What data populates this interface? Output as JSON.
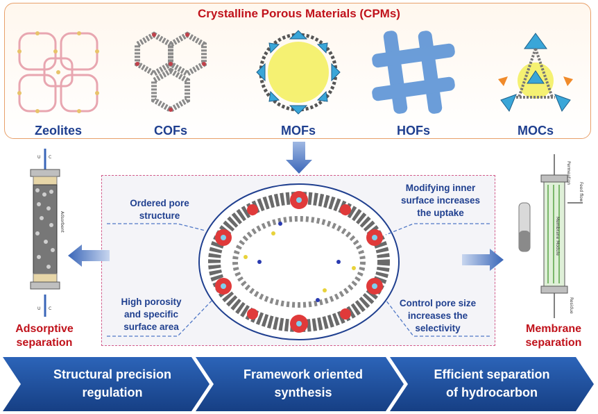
{
  "header": {
    "title": "Crystalline Porous Materials (CPMs)"
  },
  "materials": [
    {
      "label": "Zeolites"
    },
    {
      "label": "COFs"
    },
    {
      "label": "MOFs"
    },
    {
      "label": "HOFs"
    },
    {
      "label": "MOCs"
    }
  ],
  "callouts": {
    "top_left": "Ordered pore structure",
    "top_left_lines": [
      "Ordered pore",
      "structure"
    ],
    "bottom_left_lines": [
      "High porosity",
      "and specific",
      "surface area"
    ],
    "top_right_lines": [
      "Modifying inner",
      "surface increases",
      "the uptake"
    ],
    "bottom_right_lines": [
      "Control pore size",
      "increases the",
      "selectivity"
    ]
  },
  "left_device": {
    "label_lines": [
      "Adsorptive",
      "separation"
    ],
    "column_text": "Adsorbent",
    "top_labels": [
      "U",
      "C"
    ],
    "bottom_labels": [
      "U",
      "C"
    ]
  },
  "right_device": {
    "label_lines": [
      "Membrane",
      "separation"
    ],
    "module_text": "Membrane Module",
    "side_texts": [
      "Permeation",
      "Feed flow",
      "Residue"
    ]
  },
  "banner": [
    {
      "lines": [
        "Structural precision",
        "regulation"
      ]
    },
    {
      "lines": [
        "Framework oriented",
        "synthesis"
      ]
    },
    {
      "lines": [
        "Efficient separation",
        "of hydrocarbon"
      ]
    }
  ],
  "colors": {
    "title_red": "#c0121b",
    "label_blue": "#1f3f8f",
    "banner_blue": "#1e4f9e",
    "arrow_blue": "#3a66b8"
  }
}
